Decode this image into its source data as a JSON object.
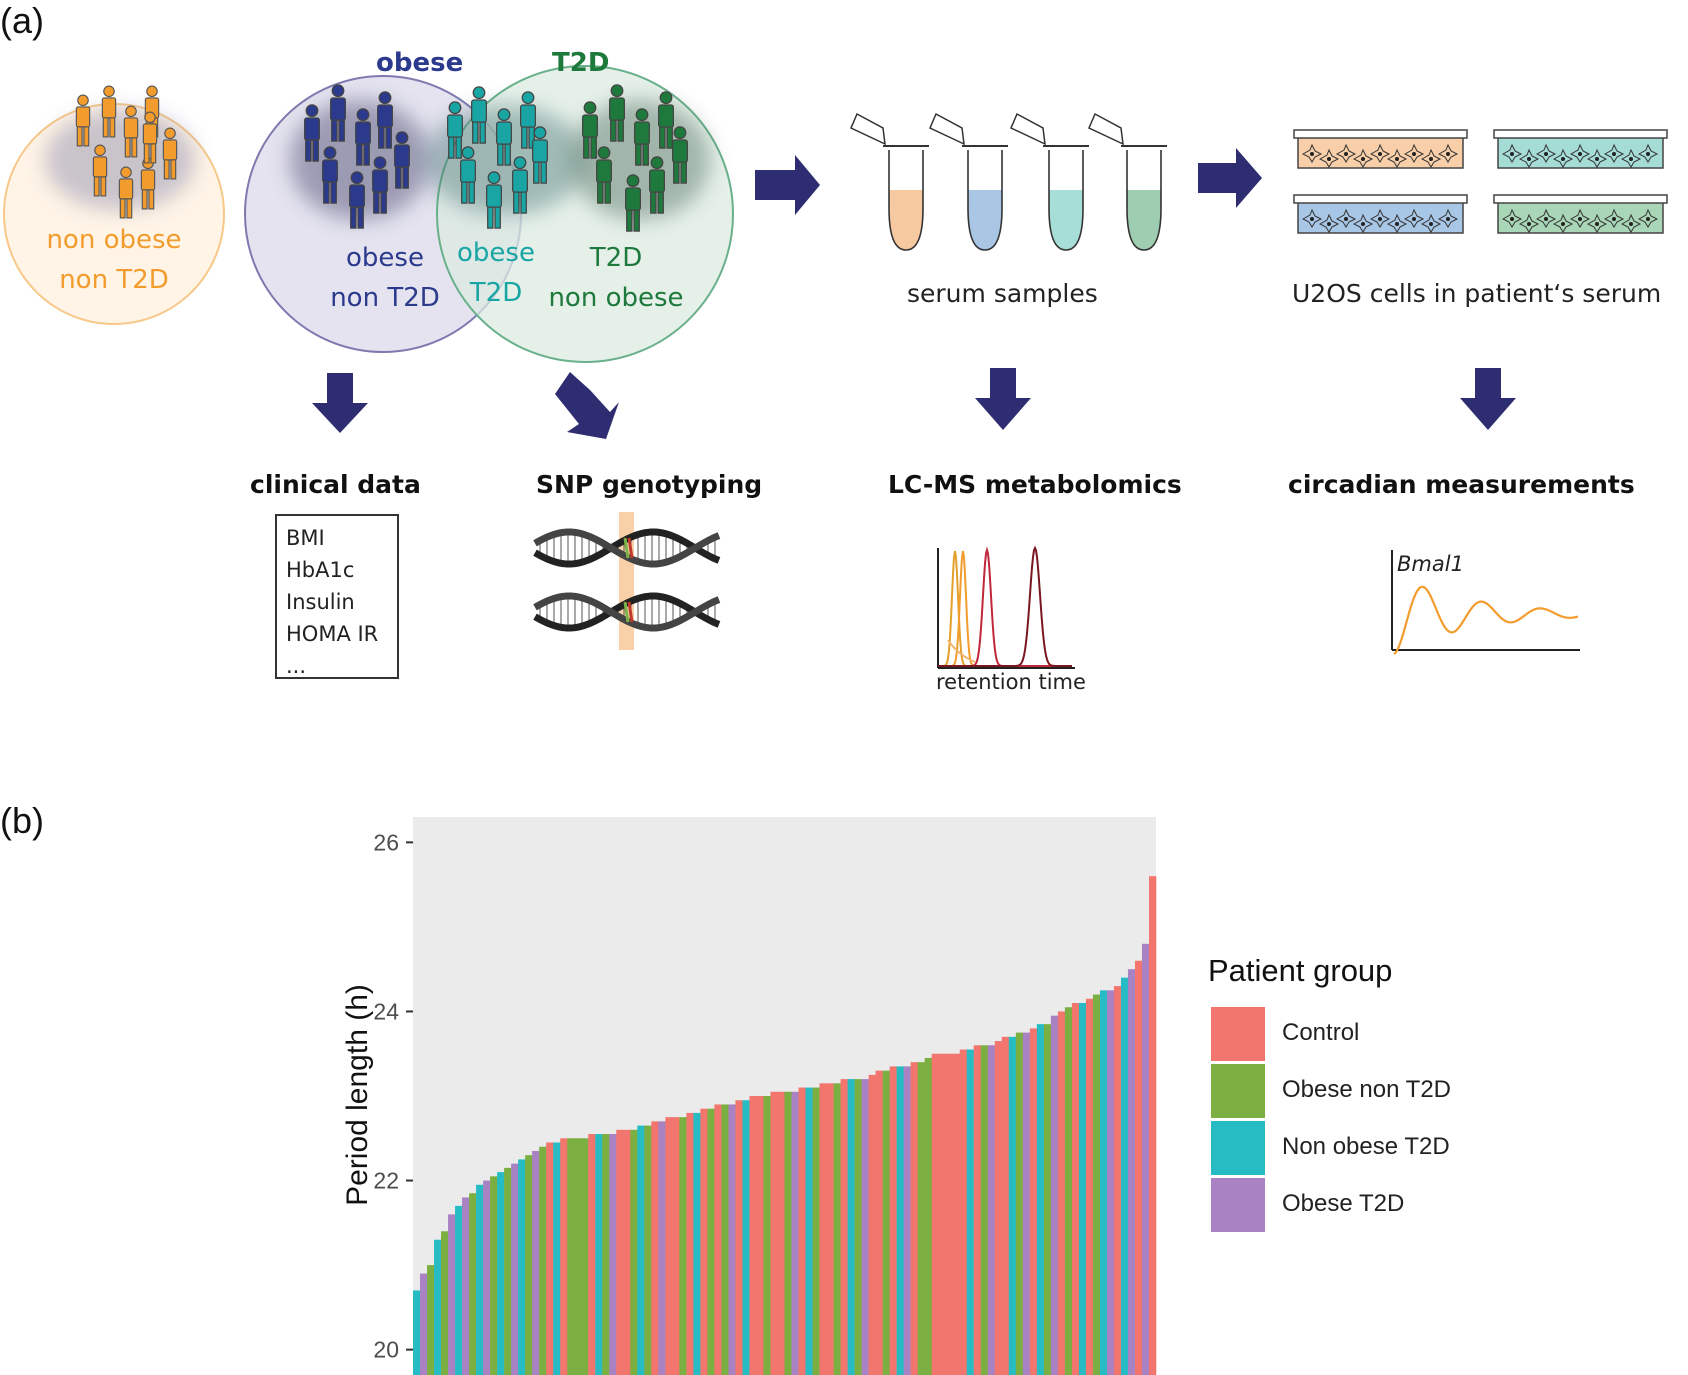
{
  "panel_a": {
    "label": "(a)",
    "groups": {
      "non_obese_non_t2d": [
        "non obese",
        "non T2D"
      ],
      "obese_title": "obese",
      "t2d_title": "T2D",
      "obese_non_t2d": [
        "obese",
        "non T2D"
      ],
      "obese_t2d": [
        "obese",
        "T2D"
      ],
      "t2d_non_obese": [
        "T2D",
        "non obese"
      ]
    },
    "serum_caption": "serum samples",
    "cells_caption": "U2OS cells in patient‘s serum",
    "clinical": {
      "heading": "clinical data",
      "items": [
        "BMI",
        "HbA1c",
        "Insulin",
        "HOMA IR",
        "..."
      ]
    },
    "snp_heading": "SNP genotyping",
    "lcms": {
      "heading": "LC-MS metabolomics",
      "axis_label": "retention time"
    },
    "circadian": {
      "heading": "circadian measurements",
      "gene_label": "Bmal1"
    },
    "colors": {
      "orange": "#f39c2e",
      "obese_blue": "#2b3a8c",
      "teal": "#1aa5a5",
      "green": "#1e7a3c",
      "arrow": "#2f2d72"
    }
  },
  "panel_b": {
    "label": "(b)",
    "chart_data": {
      "type": "bar",
      "ylabel": "Period length (h)",
      "xlabel": "",
      "yticks": [
        20,
        22,
        24,
        26
      ],
      "ylim": [
        19.7,
        26.3
      ],
      "grid": false,
      "legend": {
        "title": "Patient group",
        "placement": "right",
        "entries": [
          {
            "name": "Control",
            "color": "#F2766E"
          },
          {
            "name": "Obese non T2D",
            "color": "#7CAF41"
          },
          {
            "name": "Non obese T2D",
            "color": "#27BCC4"
          },
          {
            "name": "Obese T2D",
            "color": "#A882C3"
          }
        ]
      },
      "series": [
        {
          "name": "Control",
          "values": [
            22.45,
            22.5,
            22.55,
            22.6,
            22.6,
            22.7,
            22.75,
            22.75,
            22.8,
            22.85,
            22.9,
            22.95,
            23.0,
            23.0,
            23.05,
            23.05,
            23.1,
            23.15,
            23.15,
            23.2,
            23.25,
            23.3,
            23.35,
            23.4,
            23.5,
            23.5,
            23.5,
            23.5,
            23.55,
            23.6,
            23.65,
            23.7,
            23.8,
            24.0,
            24.1,
            24.15,
            24.3,
            24.6,
            25.6
          ]
        },
        {
          "name": "Obese non T2D",
          "values": [
            21.0,
            21.4,
            21.85,
            22.05,
            22.15,
            22.3,
            22.4,
            22.5,
            22.5,
            22.5,
            22.55,
            22.6,
            22.65,
            22.75,
            22.85,
            22.9,
            23.0,
            23.05,
            23.1,
            23.15,
            23.2,
            23.3,
            23.4,
            23.45,
            23.6,
            23.75,
            23.85,
            24.05,
            24.2
          ]
        },
        {
          "name": "Non obese T2D",
          "values": [
            20.7,
            21.3,
            21.7,
            21.95,
            22.1,
            22.25,
            22.45,
            22.55,
            22.65,
            22.8,
            22.95,
            23.1,
            23.2,
            23.35,
            23.55,
            23.7,
            23.85,
            24.1,
            24.25,
            24.4
          ]
        },
        {
          "name": "Obese T2D",
          "values": [
            20.9,
            21.6,
            21.8,
            22.0,
            22.2,
            22.35,
            22.55,
            22.7,
            22.9,
            23.05,
            23.2,
            23.35,
            23.6,
            23.75,
            23.95,
            24.25,
            24.5,
            24.8
          ]
        }
      ]
    }
  }
}
